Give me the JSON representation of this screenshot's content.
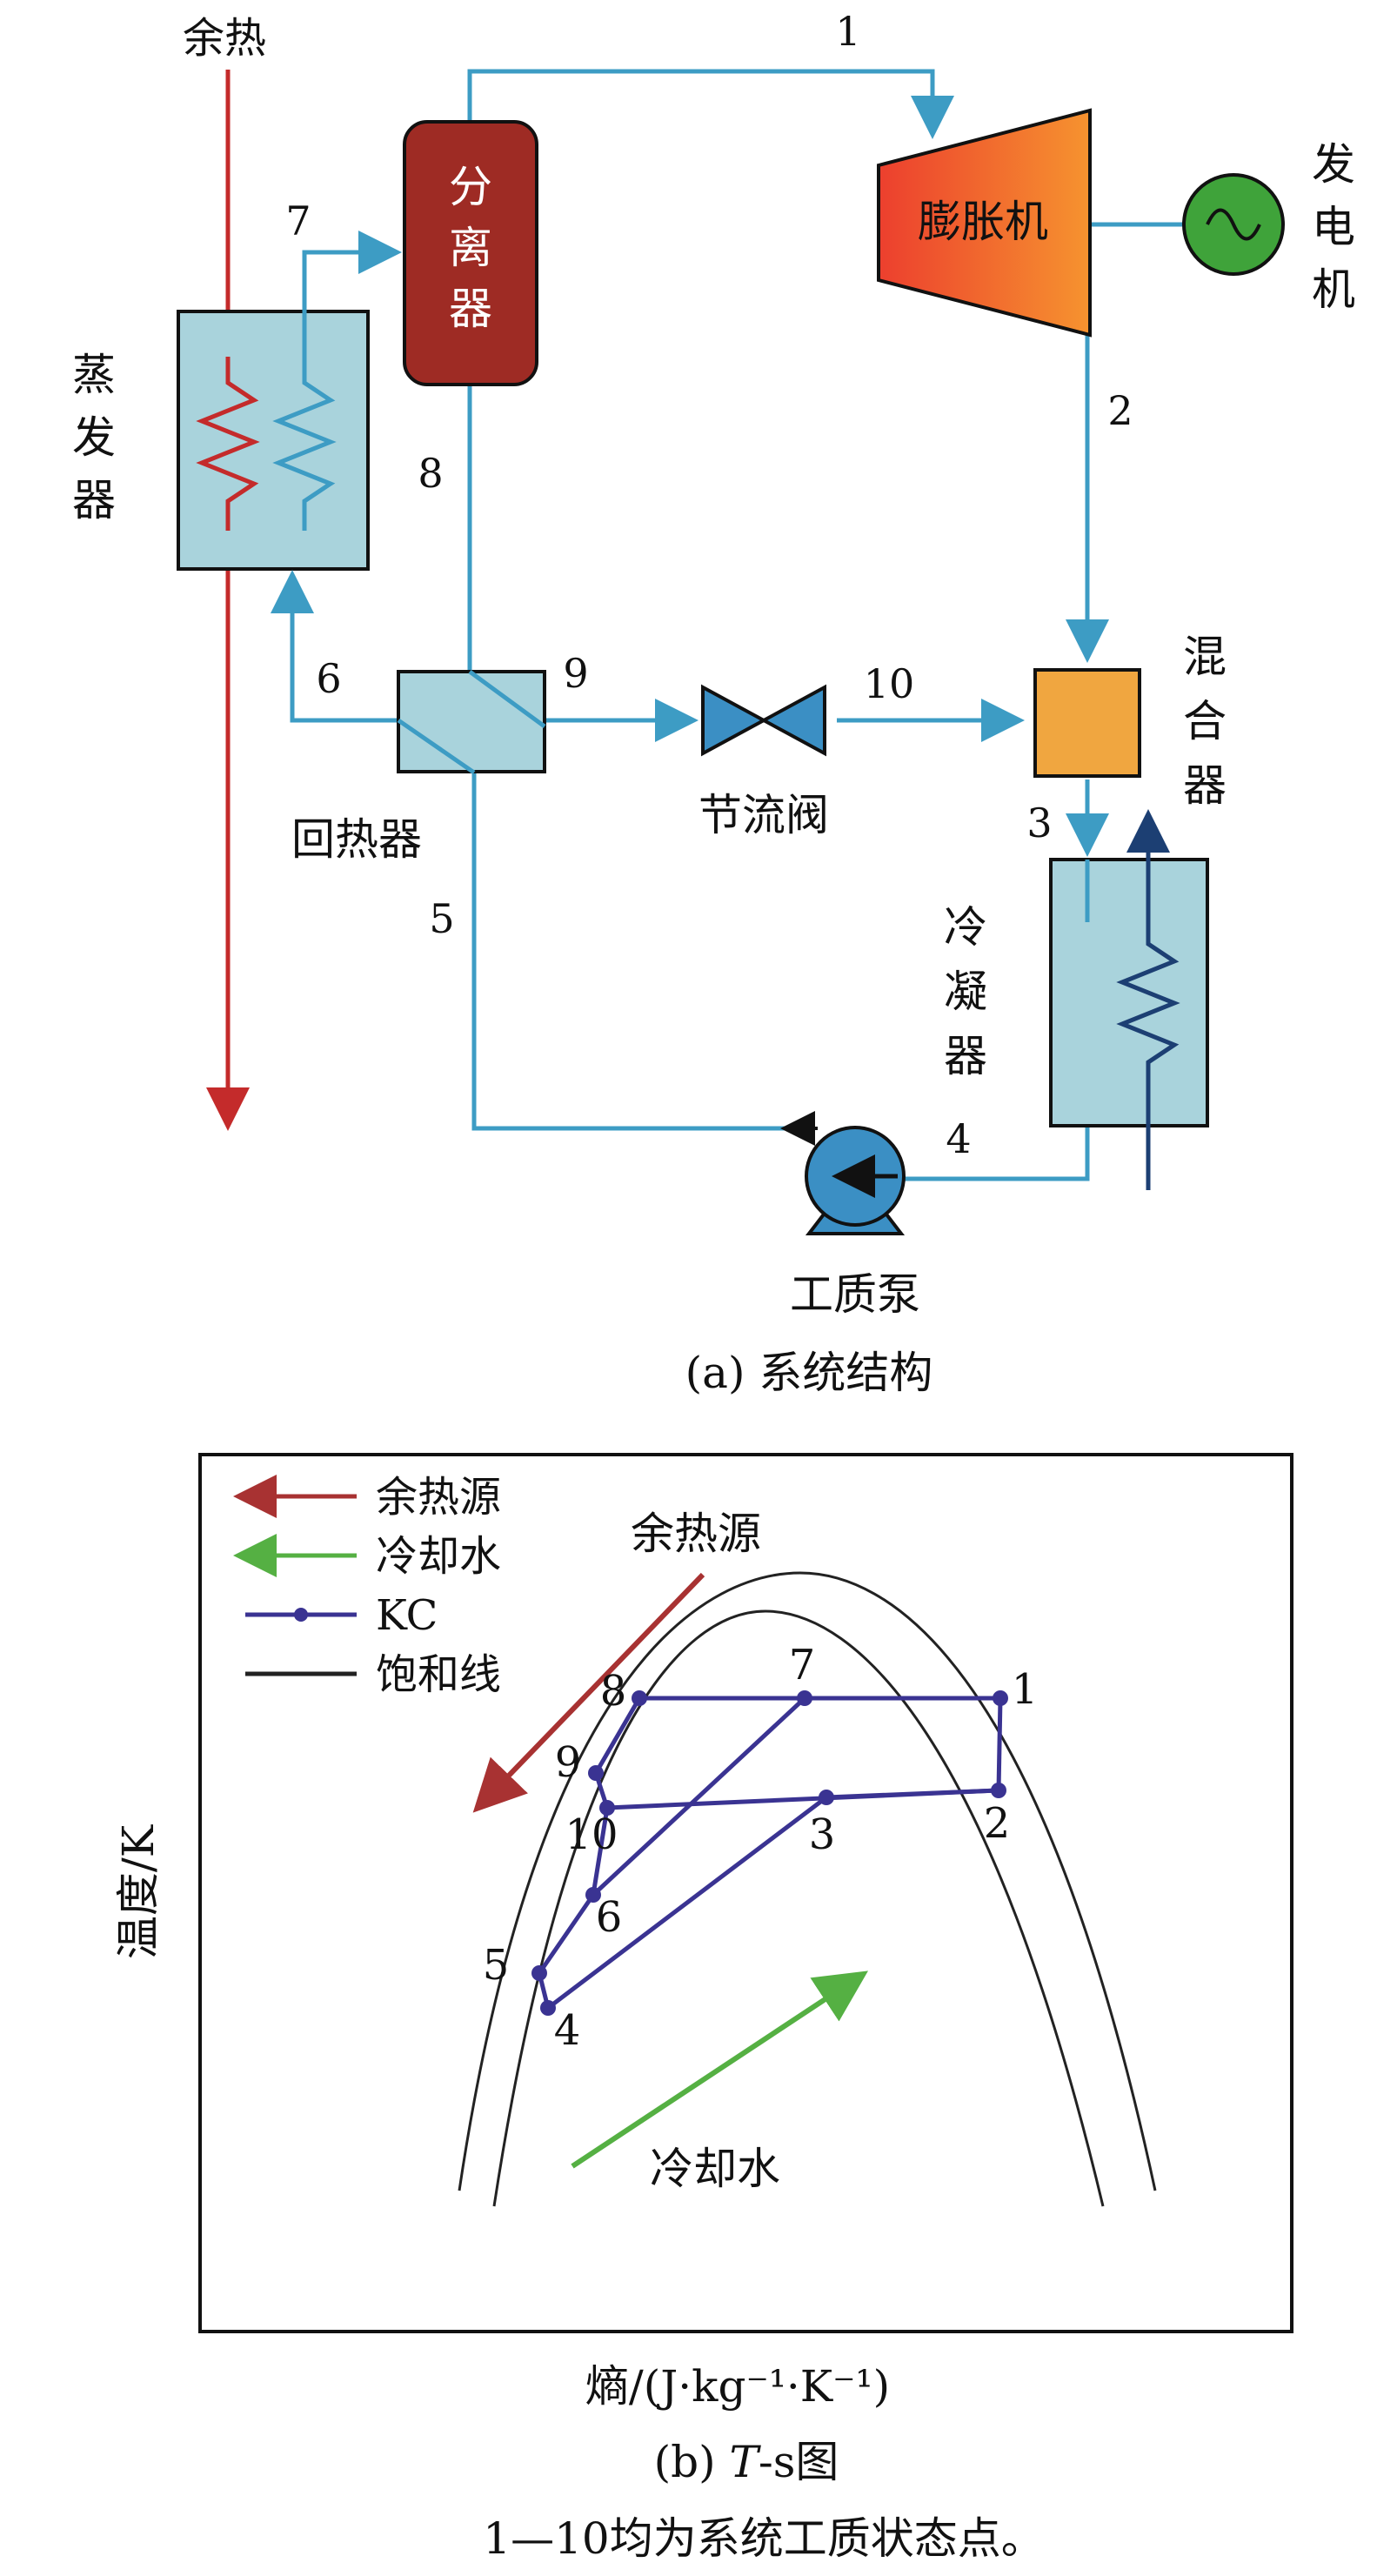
{
  "colors": {
    "pipe": "#3d9cc4",
    "heat": "#c42b2b",
    "box_fill": "#a9d3dc",
    "box_stroke": "#111111",
    "separator": "#9e2b24",
    "mixer": "#f0a640",
    "generator": "#3fa33a",
    "pump": "#3b8fc4",
    "valve": "#3b8fc4",
    "cycle_line": "#3a3392",
    "saturation_line": "#222222",
    "cooling_water": "#55b043"
  },
  "diagram_a": {
    "caption": "(a) 系统结构",
    "waste_heat_label": "余热",
    "separator_label": [
      "分",
      "离",
      "器"
    ],
    "expander_label": "膨胀机",
    "generator_label": [
      "发",
      "电",
      "机"
    ],
    "generator_icon": "sine-wave-icon",
    "evaporator_label": [
      "蒸",
      "发",
      "器"
    ],
    "recuperator_label": "回热器",
    "throttle_valve_label": "节流阀",
    "mixer_label": [
      "混",
      "合",
      "器"
    ],
    "condenser_label": [
      "冷",
      "凝",
      "器"
    ],
    "pump_label": "工质泵",
    "state_points": [
      "1",
      "2",
      "3",
      "4",
      "5",
      "6",
      "7",
      "8",
      "9",
      "10"
    ]
  },
  "diagram_b": {
    "caption_prefix": "(b) ",
    "caption_italic": "T",
    "caption_rest": "-s图",
    "ylabel": "温度/K",
    "xlabel": "熵/(J·kg⁻¹·K⁻¹)",
    "legend": [
      {
        "label": "余热源",
        "kind": "arrow",
        "color": "#c42b2b"
      },
      {
        "label": "冷却水",
        "kind": "arrow",
        "color": "#55b043"
      },
      {
        "label": "KC",
        "kind": "line-marker",
        "color": "#3a3392"
      },
      {
        "label": "饱和线",
        "kind": "line",
        "color": "#222222"
      }
    ],
    "waste_heat_arrow_label": "余热源",
    "cooling_water_arrow_label": "冷却水",
    "cycle_points": [
      {
        "id": "1"
      },
      {
        "id": "2"
      },
      {
        "id": "3"
      },
      {
        "id": "4"
      },
      {
        "id": "5"
      },
      {
        "id": "6"
      },
      {
        "id": "7"
      },
      {
        "id": "8"
      },
      {
        "id": "9"
      },
      {
        "id": "10"
      }
    ]
  },
  "footnote": "1—10均为系统工质状态点。"
}
